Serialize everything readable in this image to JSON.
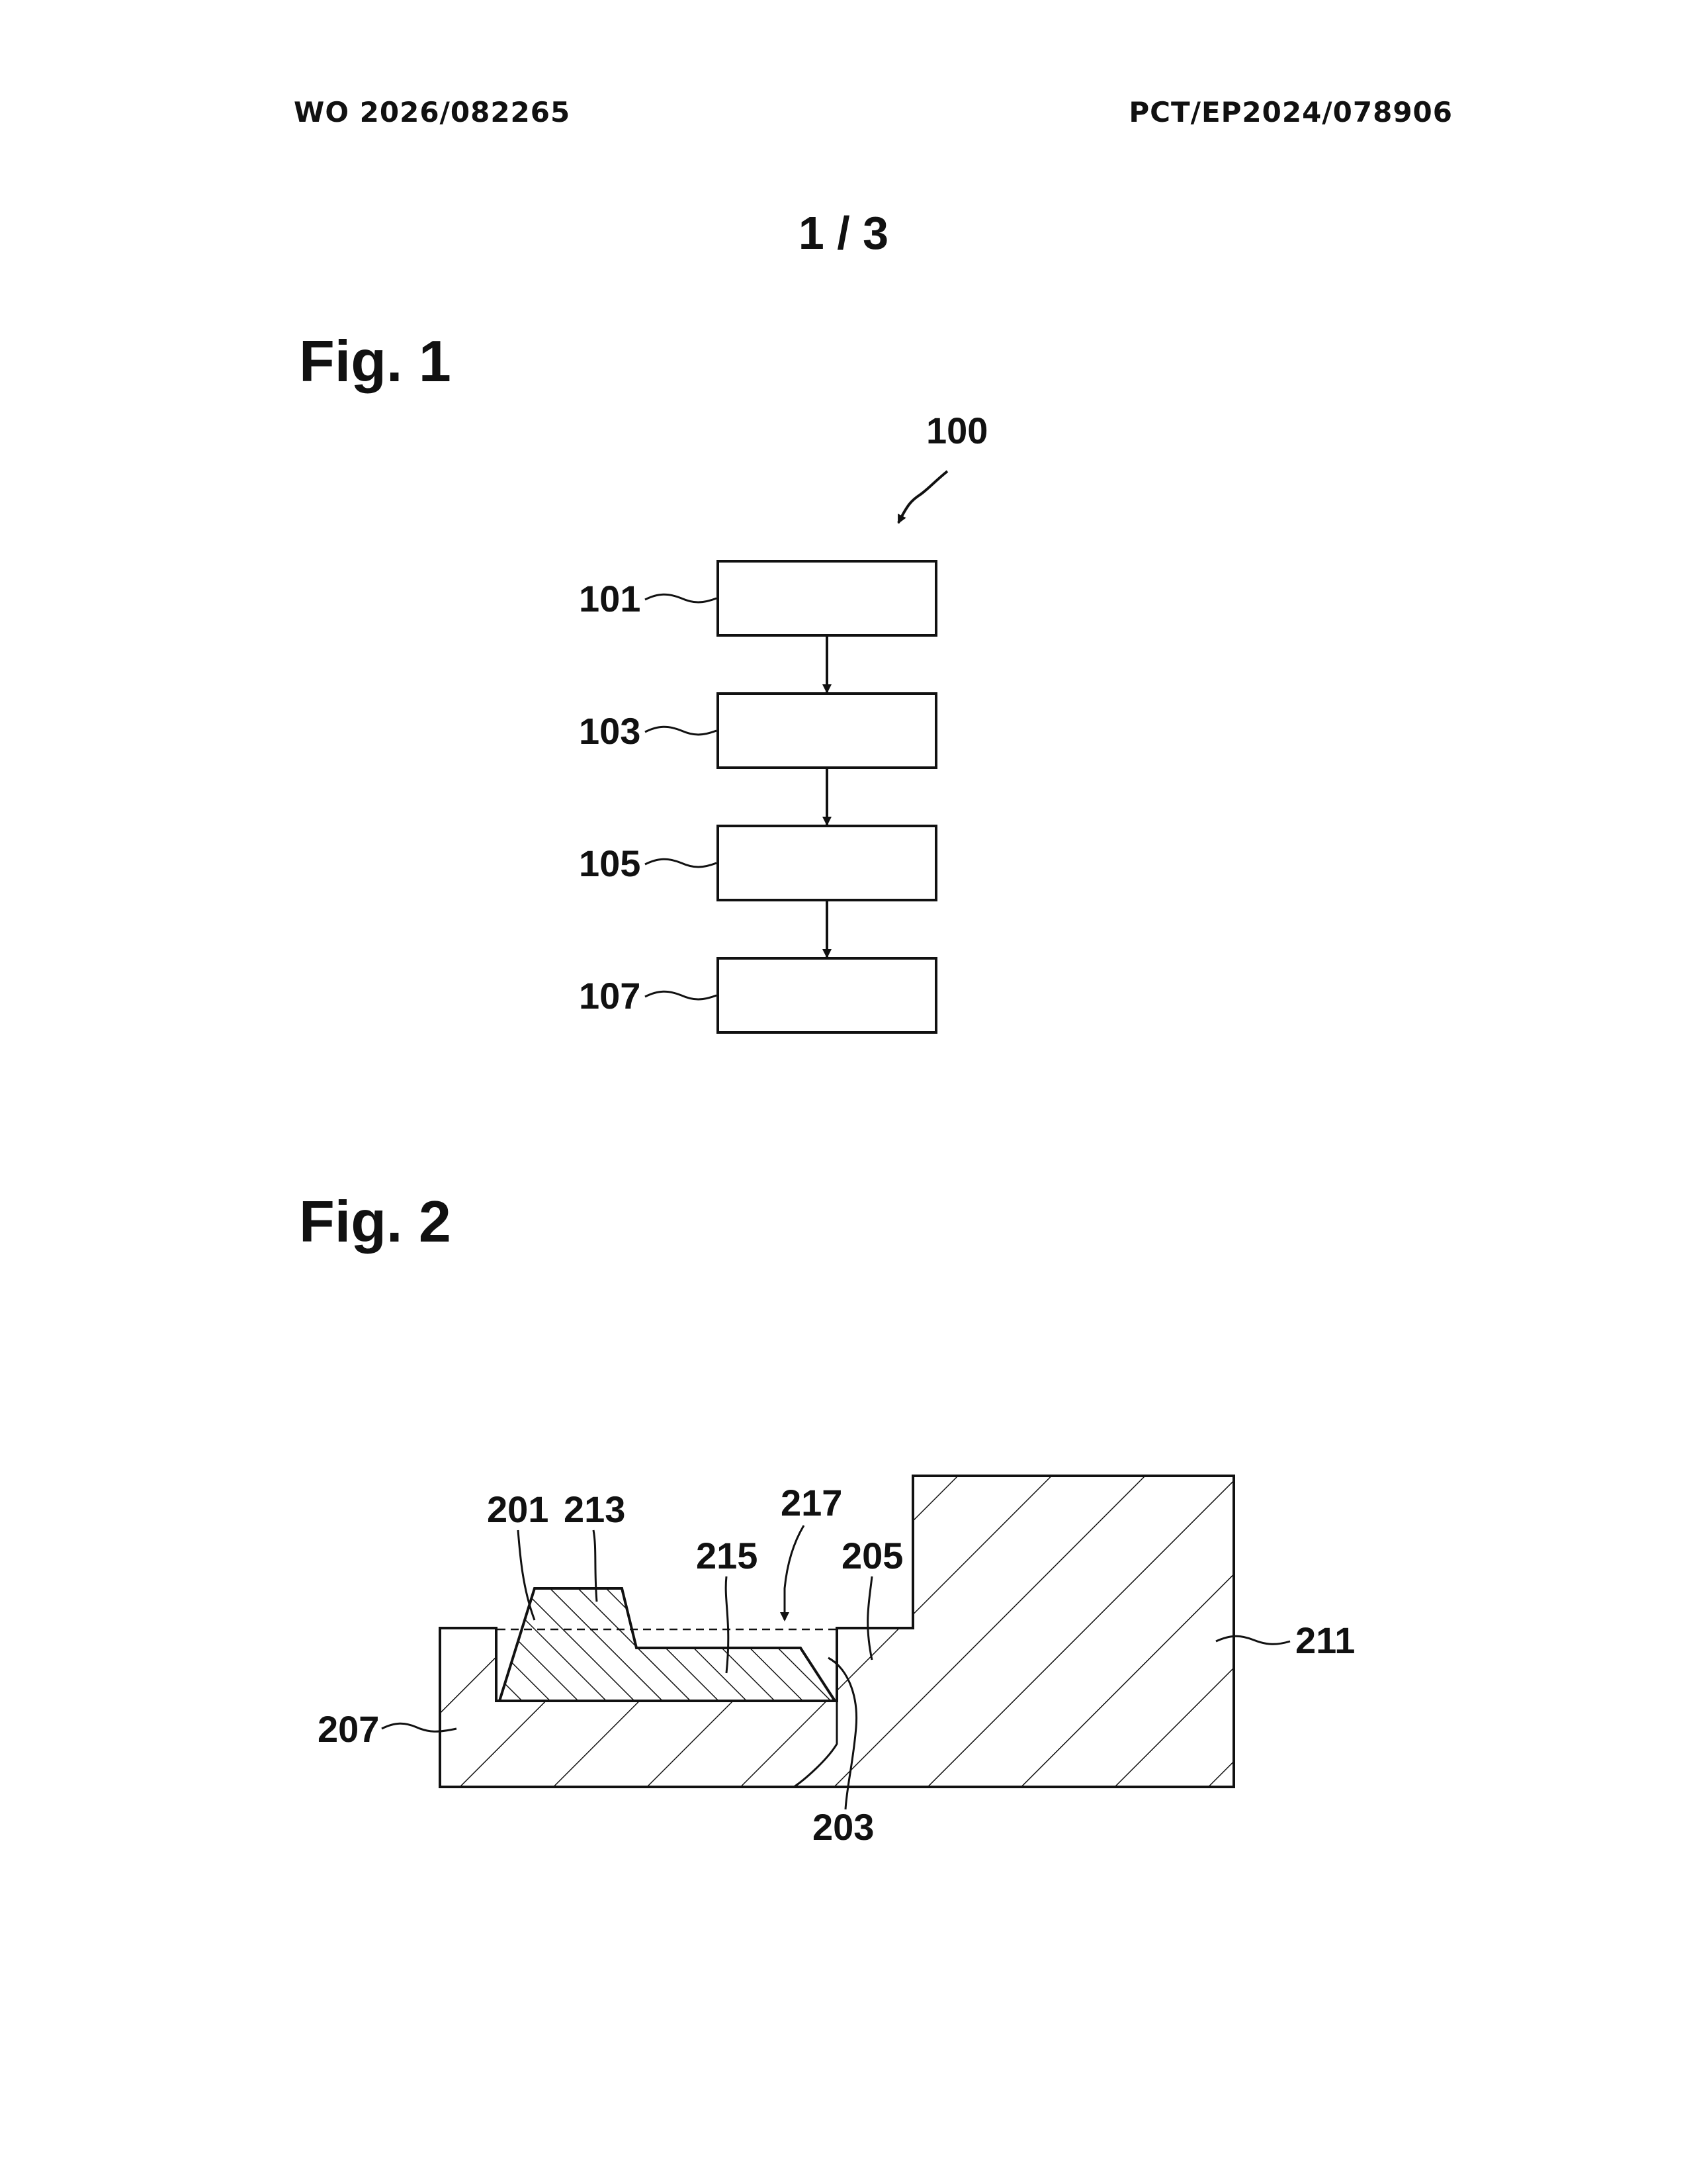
{
  "header": {
    "publication_number": "WO 2026/082265",
    "application_number": "PCT/EP2024/078906",
    "sheet": "1 / 3"
  },
  "fig1": {
    "title": "Fig. 1",
    "method_ref": "100",
    "steps": [
      "101",
      "103",
      "105",
      "107"
    ]
  },
  "fig2": {
    "title": "Fig. 2",
    "refs": {
      "r201": "201",
      "r213": "213",
      "r217": "217",
      "r215": "215",
      "r205": "205",
      "r211": "211",
      "r207": "207",
      "r203": "203"
    }
  }
}
